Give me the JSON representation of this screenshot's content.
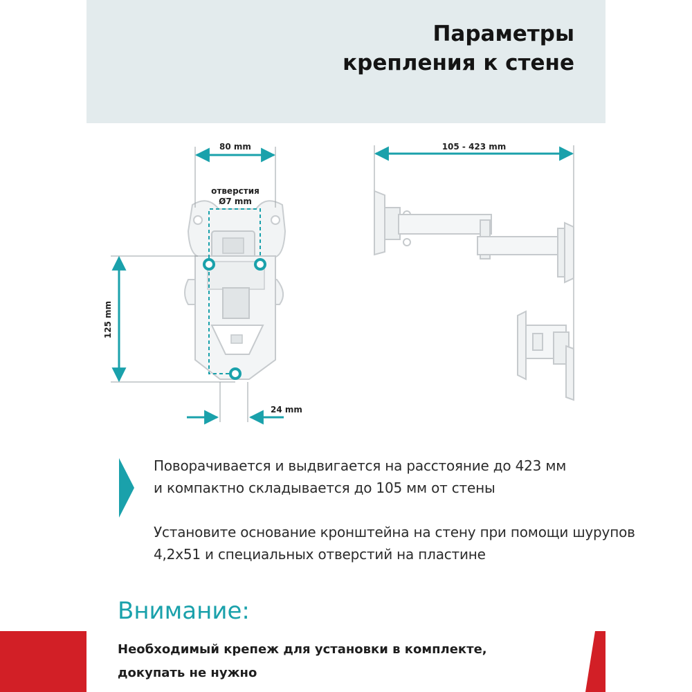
{
  "header": {
    "title_line1": "Параметры",
    "title_line2": "крепления к стене"
  },
  "diagram": {
    "width_label": "80 mm",
    "holes_label_line1": "отверстия",
    "holes_label_line2": "Ø7 mm",
    "height_label": "125 mm",
    "depth_label": "24 mm",
    "extension_label": "105 - 423 mm"
  },
  "features": {
    "icon": "play-triangle-icon",
    "text1_line1": "Поворачивается и выдвигается на расстояние до 423 мм",
    "text1_line2": "и компактно складывается до 105 мм от стены",
    "text2_line1": "Установите основание кронштейна на стену при помощи шурупов",
    "text2_line2": "4,2x51 и специальных отверстий на пластине"
  },
  "attention": {
    "title": "Внимание:",
    "note_line1": "Необходимый крепеж для установки в комплекте,",
    "note_line2": "докупать не нужно"
  },
  "colors": {
    "accent": "#1aa1ab",
    "header_bg": "#e3ebed",
    "red": "#d21f26"
  }
}
